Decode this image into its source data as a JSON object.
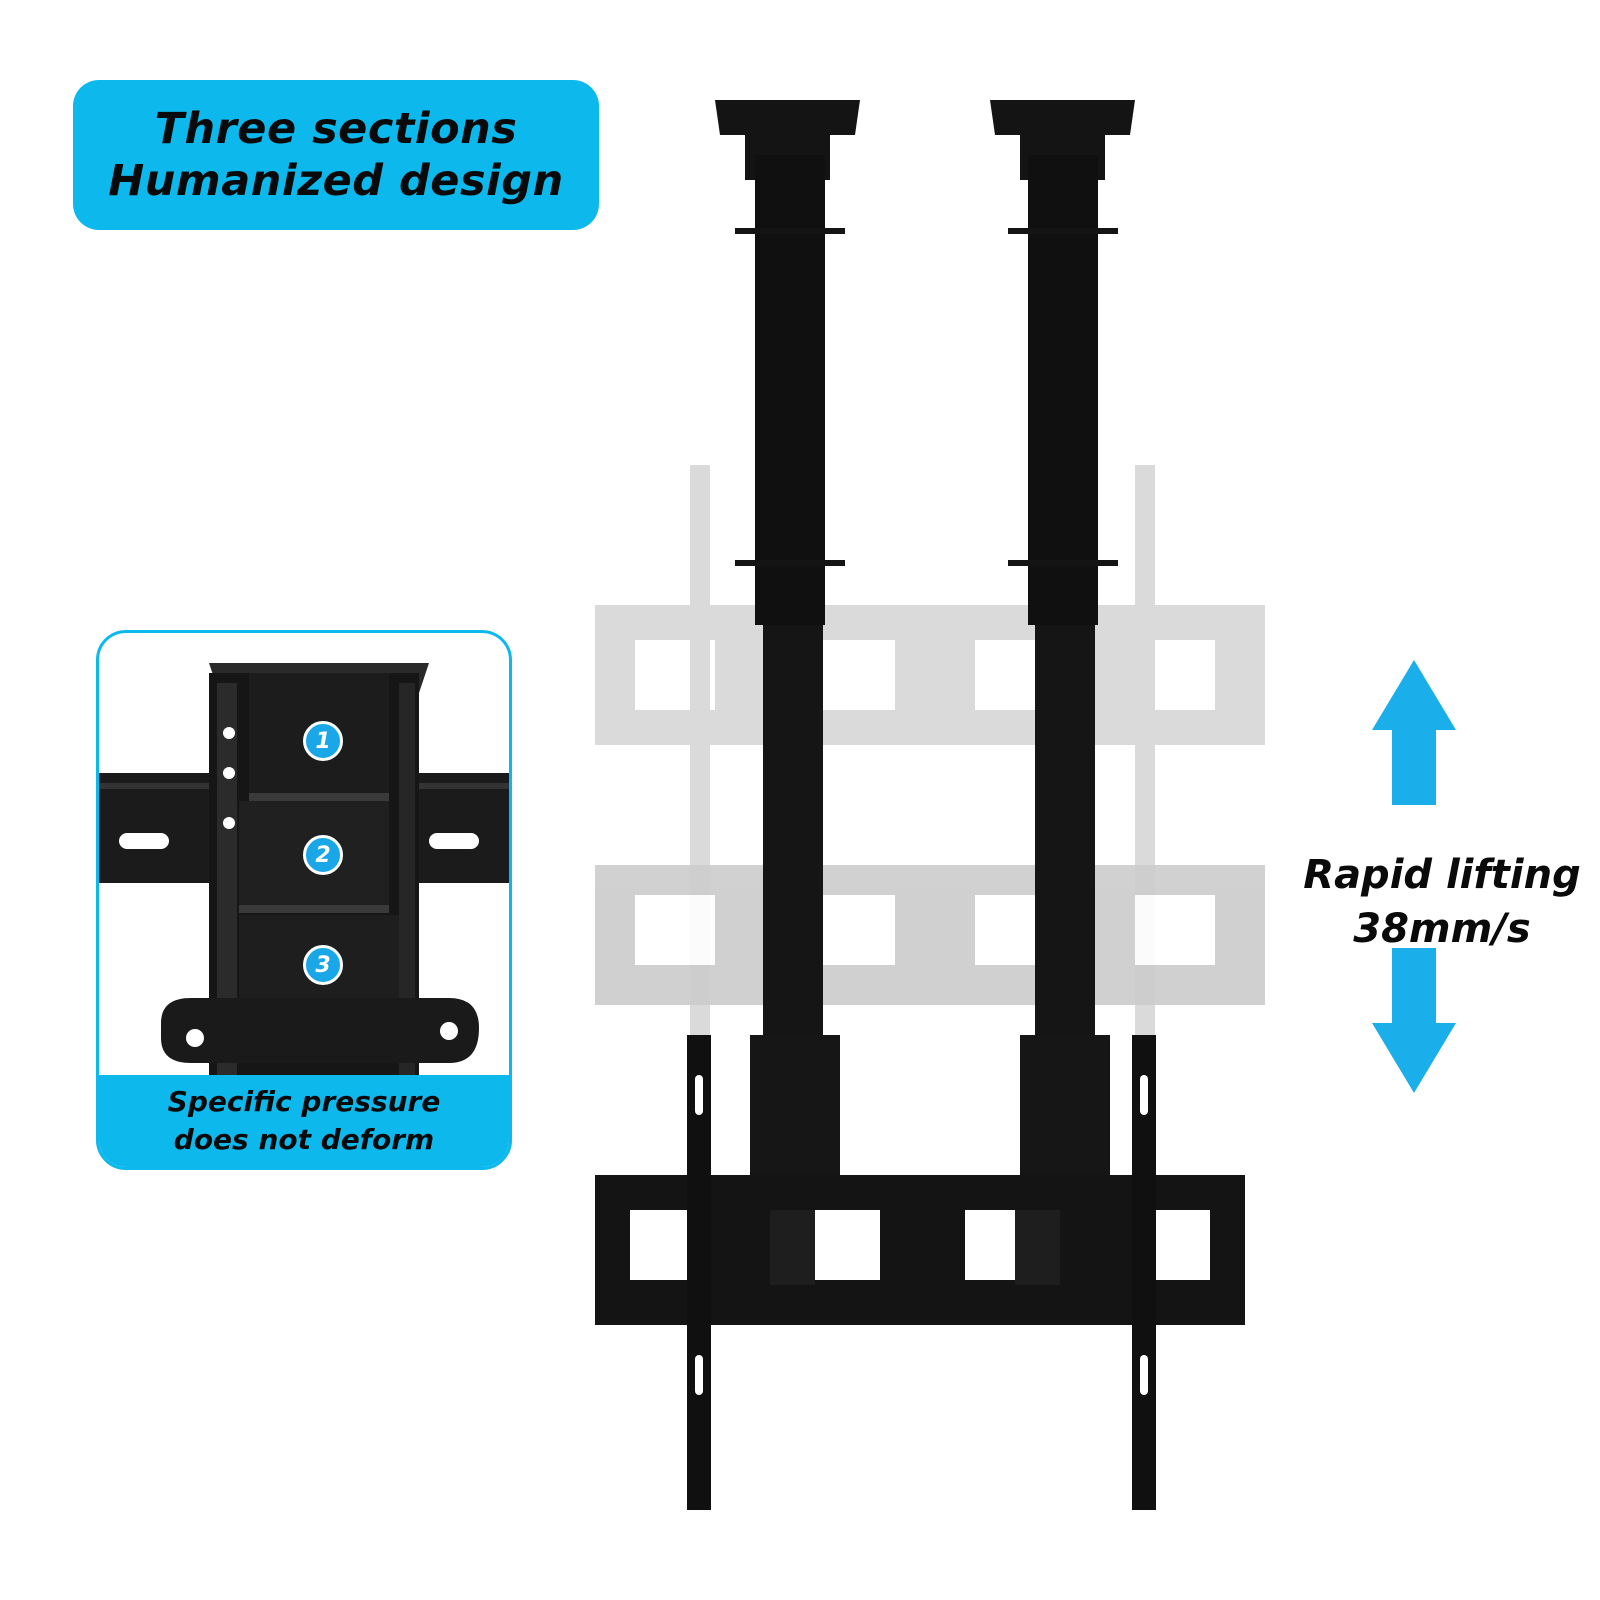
{
  "headline": {
    "line1": "Three sections",
    "line2": "Humanized design"
  },
  "detail": {
    "badges": [
      "1",
      "2",
      "3"
    ],
    "caption_line1": "Specific pressure",
    "caption_line2": "does not deform"
  },
  "speed": {
    "line1": "Rapid lifting",
    "line2": "38mm/s"
  },
  "colors": {
    "accent": "#0cb8ec",
    "badge": "#1aa7e8",
    "metal": "#141414",
    "ghost": "#c9c9c9"
  },
  "icons": [
    "arrow-up-icon",
    "arrow-down-icon"
  ]
}
